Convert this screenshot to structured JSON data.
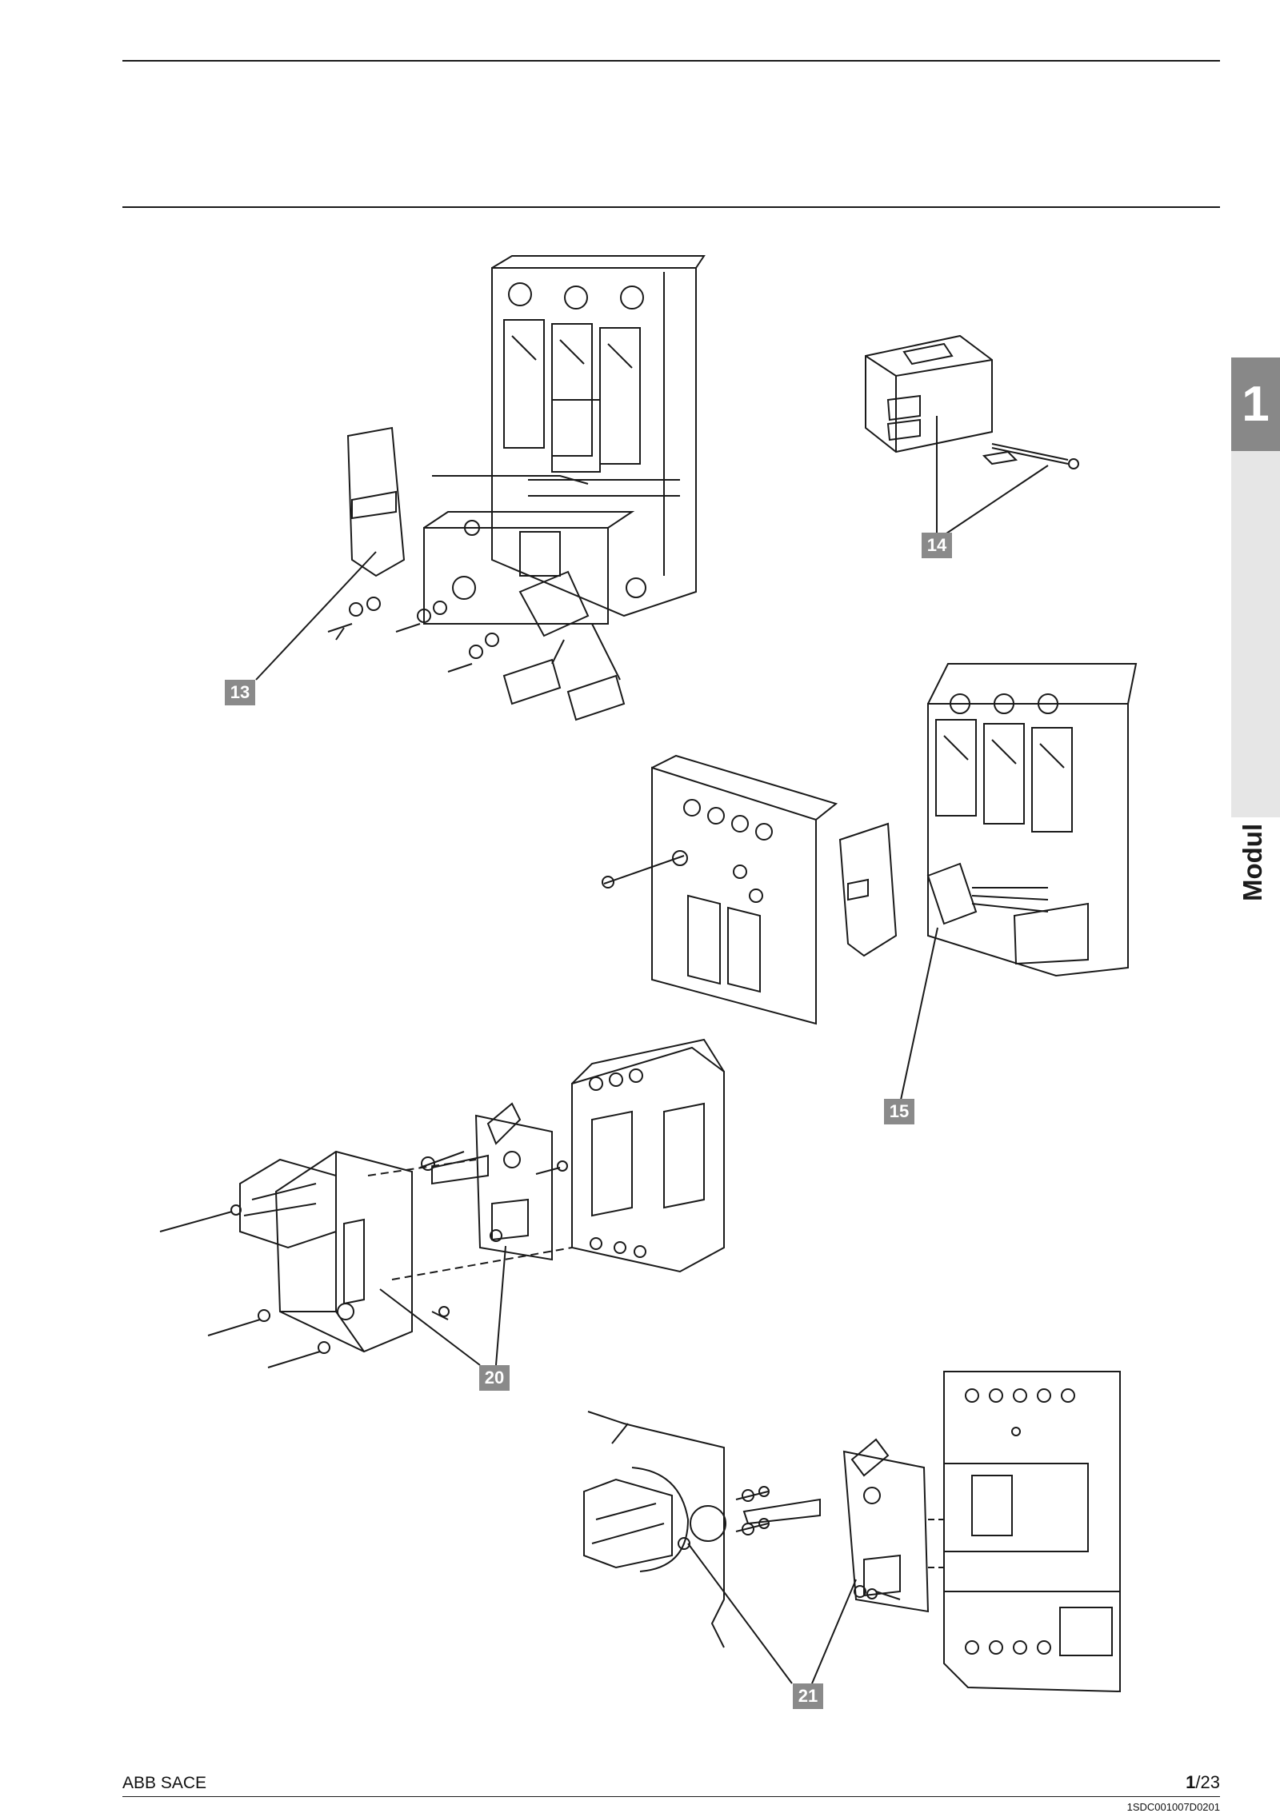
{
  "side_tab": {
    "number": "1",
    "label": "Modul"
  },
  "callouts": [
    "13",
    "14",
    "15",
    "20",
    "21"
  ],
  "footer": {
    "company": "ABB SACE",
    "page_bold": "1",
    "page_rest": "/23",
    "doc_code": "1SDC001007D0201"
  }
}
